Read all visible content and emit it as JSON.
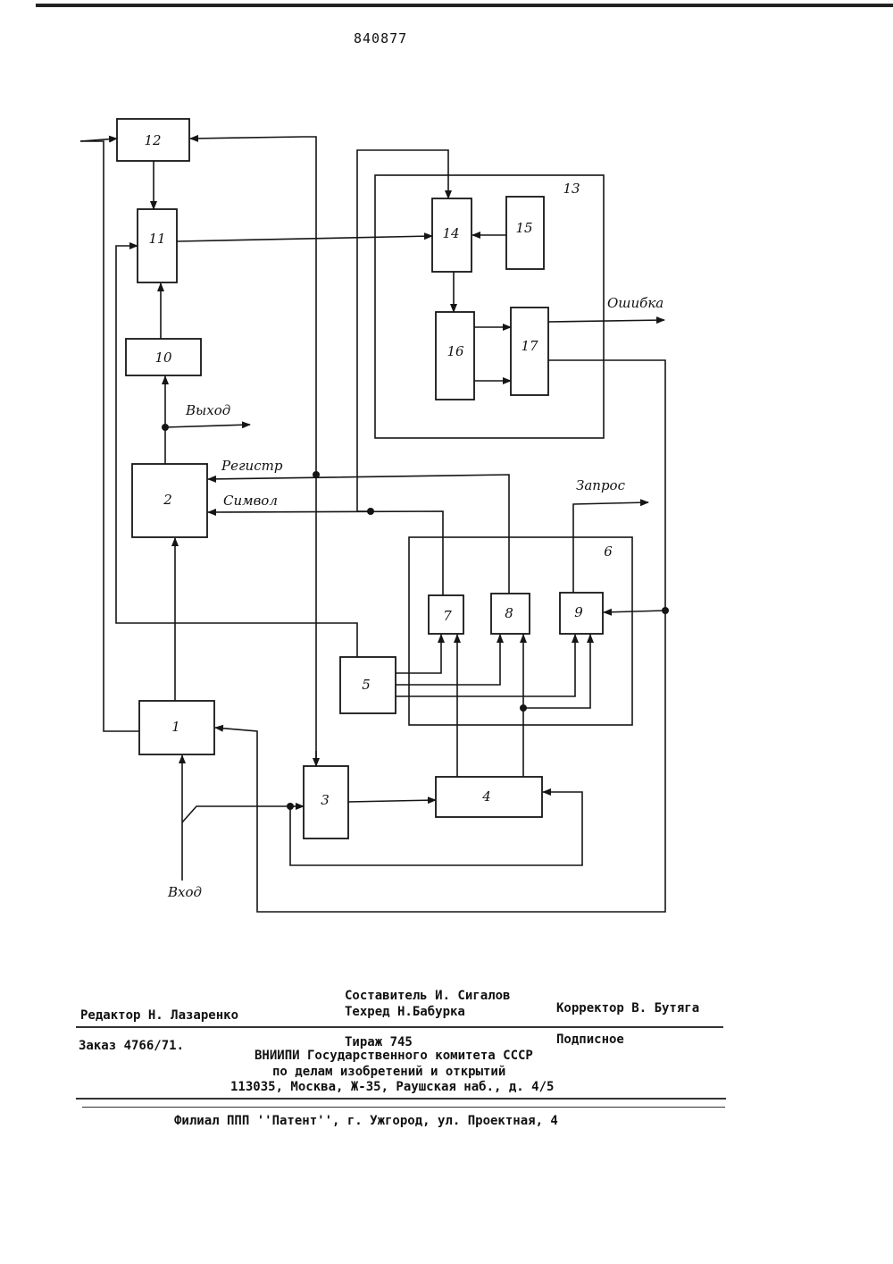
{
  "patent_number": "840877",
  "diagram": {
    "blocks": [
      "1",
      "2",
      "3",
      "4",
      "5",
      "6",
      "7",
      "8",
      "9",
      "10",
      "11",
      "12",
      "13",
      "14",
      "15",
      "16",
      "17"
    ],
    "signals": {
      "input": "Вход",
      "output": "Выход",
      "register": "Регистр",
      "symbol": "Символ",
      "error": "Ошибка",
      "request": "Запрос"
    }
  },
  "imprint": {
    "compiler": "Составитель И. Сигалов",
    "editor": "Редактор Н. Лазаренко",
    "techred": "Техред Н.Бабурка",
    "corrector": "Корректор В. Бутяга",
    "order": "Заказ 4766/71.",
    "circulation": "Тираж 745",
    "subscription": "Подписное",
    "org_line1": "ВНИИПИ Государственного комитета СССР",
    "org_line2": "по делам изобретений и открытий",
    "address": "113035, Москва, Ж-35, Раушская наб., д. 4/5",
    "branch": "Филиал ППП ''Патент'', г. Ужгород, ул. Проектная, 4"
  }
}
